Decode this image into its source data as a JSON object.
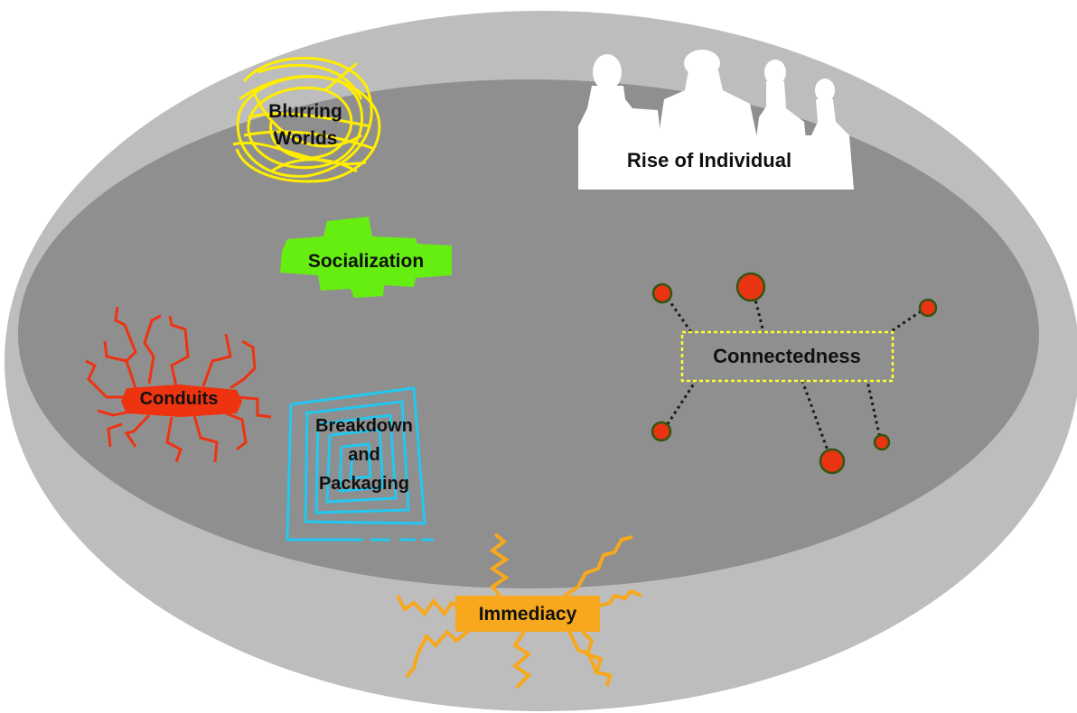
{
  "diagram": {
    "concepts": {
      "blurring_worlds": {
        "line1": "Blurring",
        "line2": "Worlds"
      },
      "rise_of_individual": {
        "label": "Rise of Individual"
      },
      "socialization": {
        "label": "Socialization"
      },
      "conduits": {
        "label": "Conduits"
      },
      "breakdown_and_packaging": {
        "line1": "Breakdown",
        "line2": "and",
        "line3": "Packaging"
      },
      "connectedness": {
        "label": "Connectedness"
      },
      "immediacy": {
        "label": "Immediacy"
      }
    },
    "colors": {
      "outer_ellipse": "#bdbdbd",
      "inner_ellipse": "#8e8e8e",
      "blurring_worlds": "#ffee00",
      "socialization": "#66ee11",
      "conduits": "#ee3311",
      "breakdown_and_packaging": "#22c8f0",
      "connectedness_nodes": "#e83412",
      "connectedness_node_outline": "#335511",
      "connectedness_box": "#ffff33",
      "immediacy": "#f7a81c",
      "figures": "#ffffff"
    }
  }
}
